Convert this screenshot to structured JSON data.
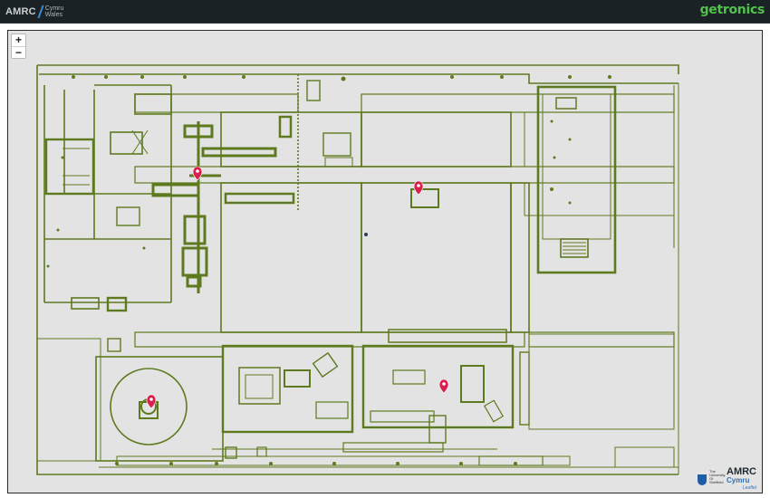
{
  "header": {
    "left_brand": "AMRC",
    "left_sub_1": "Cymru",
    "left_sub_2": "Wales",
    "right_brand": "getronics",
    "accent_color": "#4fc24a",
    "background_color": "#1b2226"
  },
  "map": {
    "zoom_in_label": "+",
    "zoom_out_label": "−",
    "plan_color": "#5e7a1f",
    "background_color": "#e3e3e3",
    "marker_color": "#d81f4e",
    "marker_count": 4,
    "attribution": "Leaflet"
  },
  "corner_logo": {
    "university_text": "The University Of Sheffield",
    "brand": "AMRC",
    "sub": "Cymru"
  }
}
